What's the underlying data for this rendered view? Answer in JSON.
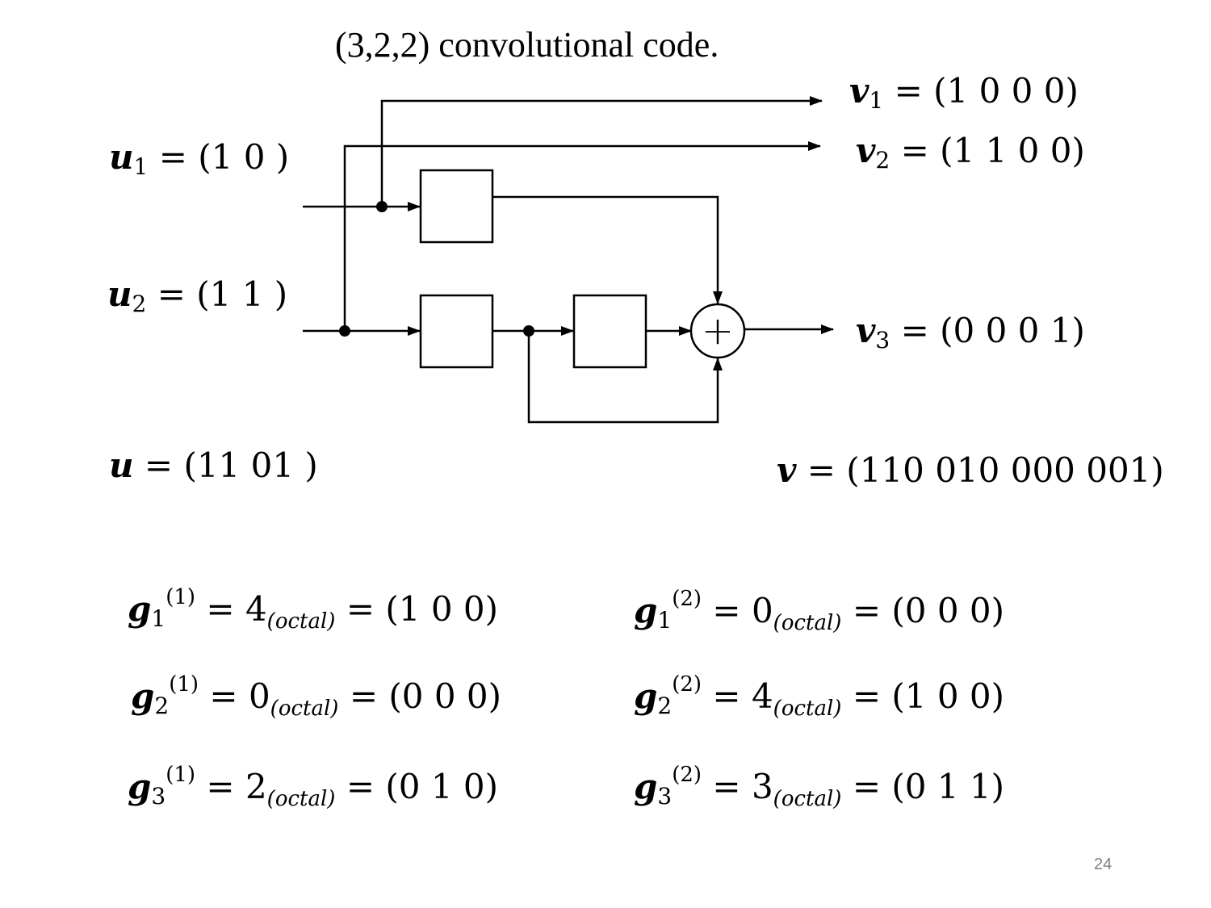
{
  "title": "(3,2,2) convolutional code.",
  "inputs": {
    "u1": {
      "symbol": "u",
      "sub": "1",
      "value": "= (1 0 )"
    },
    "u2": {
      "symbol": "u",
      "sub": "2",
      "value": "= (1 1 )"
    },
    "u": {
      "symbol": "u",
      "value": "= (11 01 )"
    }
  },
  "outputs": {
    "v1": {
      "symbol": "v",
      "sub": "1",
      "value": "= (1 0 0 0)"
    },
    "v2": {
      "symbol": "v",
      "sub": "2",
      "value": "= (1 1 0 0)"
    },
    "v3": {
      "symbol": "v",
      "sub": "3",
      "value": "= (0 0 0 1)"
    },
    "v": {
      "symbol": "v",
      "value": "= (110 010 000 001)"
    }
  },
  "adder_symbol": "+",
  "generators": [
    {
      "symbol": "g",
      "sub": "1",
      "sup": "(1)",
      "eq": "= 4",
      "base": "(octal)",
      "vec": "= (1 0 0)"
    },
    {
      "symbol": "g",
      "sub": "2",
      "sup": "(1)",
      "eq": "= 0",
      "base": "(octal)",
      "vec": "= (0 0 0)"
    },
    {
      "symbol": "g",
      "sub": "3",
      "sup": "(1)",
      "eq": "= 2",
      "base": "(octal)",
      "vec": "= (0 1 0)"
    },
    {
      "symbol": "g",
      "sub": "1",
      "sup": "(2)",
      "eq": "= 0",
      "base": "(octal)",
      "vec": "= (0 0 0)"
    },
    {
      "symbol": "g",
      "sub": "2",
      "sup": "(2)",
      "eq": "= 4",
      "base": "(octal)",
      "vec": "= (1 0 0)"
    },
    {
      "symbol": "g",
      "sub": "3",
      "sup": "(2)",
      "eq": "= 3",
      "base": "(octal)",
      "vec": "= (0 1 1)"
    }
  ],
  "page_number": "24"
}
